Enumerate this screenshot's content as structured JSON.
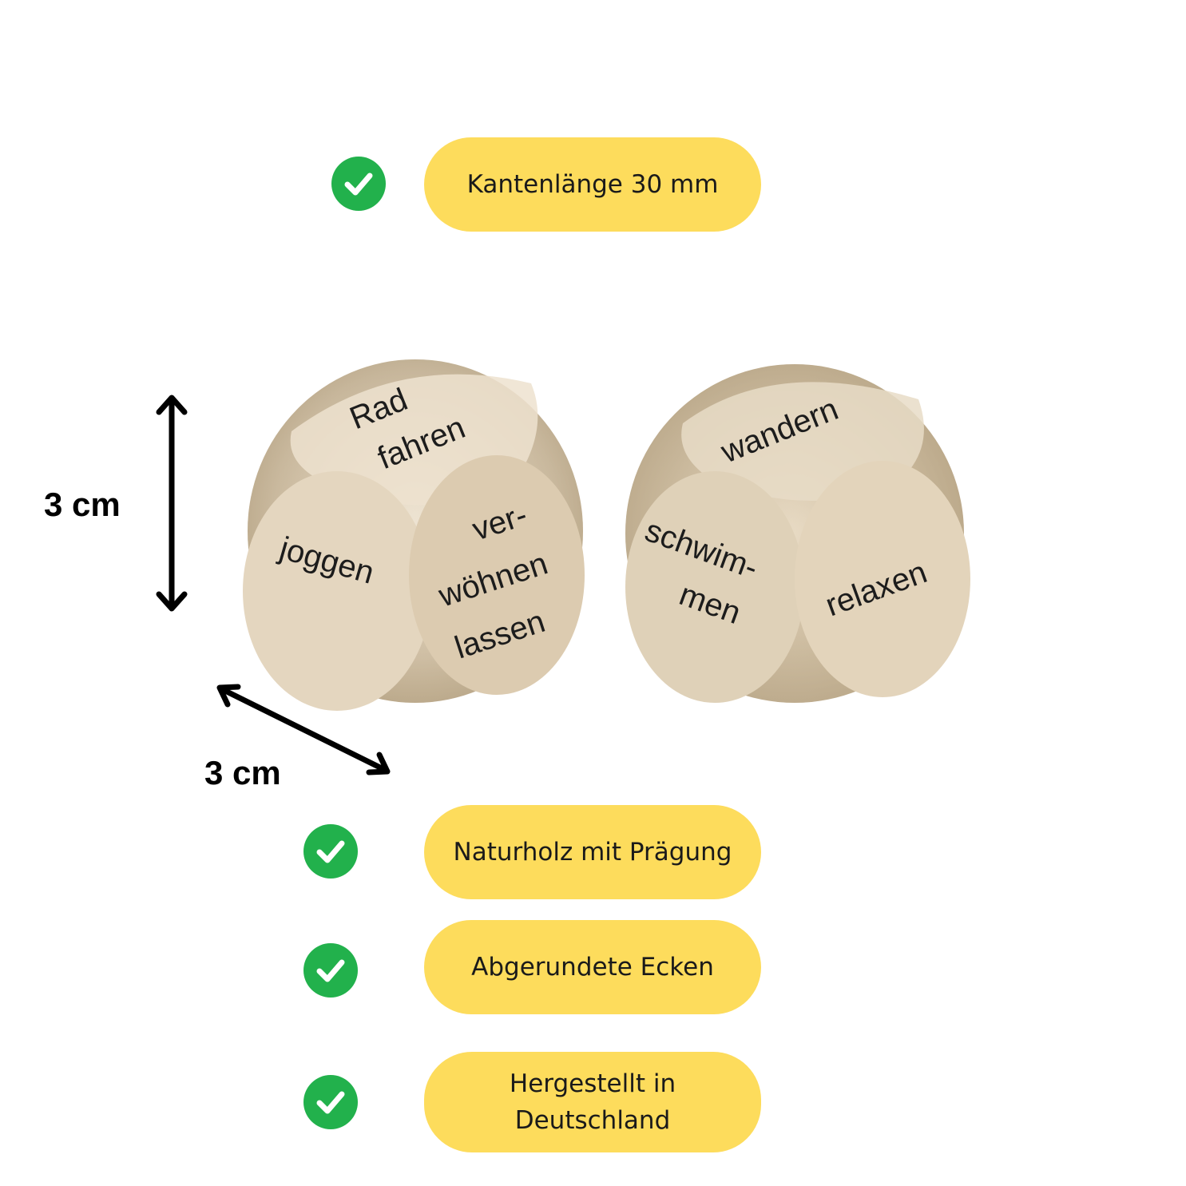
{
  "features": {
    "top": "Kantenlänge 30 mm",
    "material": "Naturholz mit Prägung",
    "corners": "Abgerundete Ecken",
    "made_line1": "Hergestellt in",
    "made_line2": "Deutschland"
  },
  "dimensions": {
    "height_label": "3 cm",
    "depth_label": "3 cm"
  },
  "dice": {
    "left": {
      "top_line1": "Rad",
      "top_line2": "fahren",
      "front": "joggen",
      "side_line1": "ver-",
      "side_line2": "wöhnen",
      "side_line3": "lassen"
    },
    "right": {
      "top": "wandern",
      "front_line1": "schwim-",
      "front_line2": "men",
      "side": "relaxen"
    }
  },
  "colors": {
    "pill": "#fddc5c",
    "check": "#22b14c",
    "wood": "#e6d9c4"
  },
  "icons": [
    "check-circle-icon",
    "double-arrow-icon"
  ]
}
